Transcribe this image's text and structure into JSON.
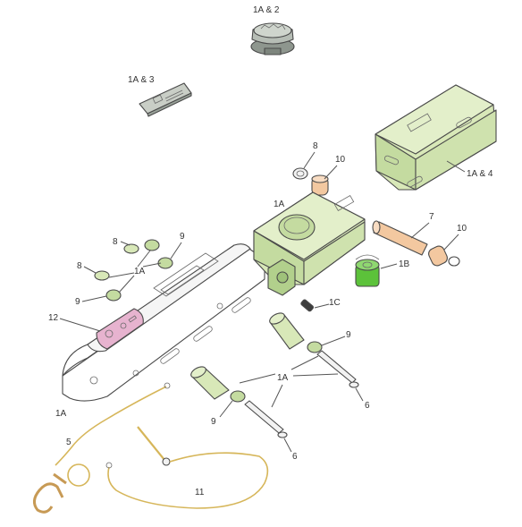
{
  "labels": {
    "cap": "1A & 2",
    "card": "1A & 3",
    "bracket": "1A & 4",
    "n8_top": "8",
    "n10_top": "10",
    "housing": "1A",
    "n7": "7",
    "n10_right": "10",
    "n1B": "1B",
    "n8_mid": "8",
    "n9_mid": "9",
    "n8_left": "8",
    "n1A_small": "1A",
    "n9_left": "9",
    "n1C": "1C",
    "n12": "12",
    "n9_right": "9",
    "n1A_coupler": "1A",
    "n1A_center": "1A",
    "n6_right": "6",
    "n9_bottom": "9",
    "n5": "5",
    "n6_bottom": "6",
    "n11": "11"
  },
  "colors": {
    "green_fill": "#d8e8b8",
    "green_dark": "#9fc27a",
    "bright_green": "#5cc23a",
    "orange": "#f3c8a0",
    "pink": "#e7b3cf",
    "wire": "#d6b65a",
    "grey": "#9aa39a",
    "line": "#555555"
  },
  "icons": [
    "cap-icon",
    "card-icon",
    "bracket-icon",
    "bushing-icon",
    "pin-icon",
    "washer-icon",
    "gear-icon",
    "bolt-icon",
    "hook-icon"
  ]
}
